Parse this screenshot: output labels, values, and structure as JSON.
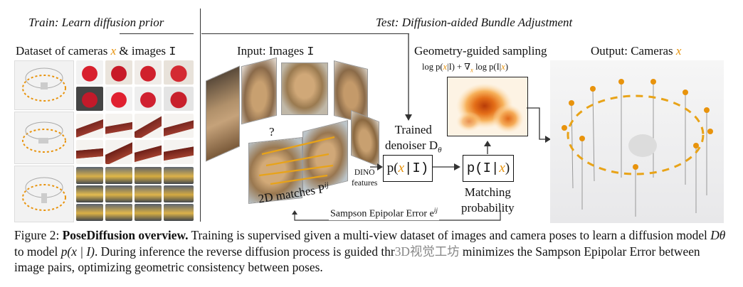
{
  "figure": {
    "train_header": "Train: Learn diffusion prior",
    "test_header": "Test: Diffusion-aided Bundle Adjustment",
    "dataset_label": {
      "pre": "Dataset of cameras ",
      "x": "x",
      "mid": " & images ",
      "img": "I"
    },
    "input_label": {
      "pre": "Input: Images ",
      "img": "I"
    },
    "question_mark": "?",
    "geometry_label": "Geometry-guided sampling",
    "score_formula": {
      "a": "log p(",
      "x": "x",
      "b": "|I) + ∇",
      "xs": "x",
      "c": " log p(I|",
      "x2": "x",
      "d": ")"
    },
    "output_label": {
      "pre": "Output: Cameras ",
      "x": "x"
    },
    "trained_label": {
      "line1": "Trained",
      "line2": "denoiser D",
      "sub": "θ"
    },
    "box1": {
      "a": "p(",
      "x": "x",
      "b": "|I)"
    },
    "box2": {
      "a": "p(I|",
      "x": "x",
      "b": ")"
    },
    "dino_label": {
      "line1": "DINO",
      "line2": "features"
    },
    "matches_label": {
      "pre": "2D matches P",
      "sup": "ij"
    },
    "matching_label": {
      "line1": "Matching",
      "line2": "probability"
    },
    "sampson_label": {
      "pre": "Sampson Epipolar Error e",
      "sup": "ij"
    },
    "colors": {
      "accent": "#e8930c",
      "heat_dark": "#b83c08",
      "heat_light": "#fbe0b0"
    },
    "icons": [
      "red-apple-thumbnail",
      "cake-slice-thumbnail",
      "toy-figure-thumbnail",
      "teddy-bear-photo",
      "camera-ring-render"
    ]
  },
  "caption": {
    "figure_number": "Figure 2:",
    "title": "PoseDiffusion overview.",
    "text1": " Training is supervised given a multi-view dataset of images and camera poses to learn a diffusion model ",
    "d_theta": "Dθ",
    "text2": " to model ",
    "px": "p(x | I)",
    "text3": ". During inference the reverse diffusion process is guided thr",
    "watermark": "3D视觉工坊",
    "text4": " minimizes the Sampson Epipolar Error between image pairs, optimizing geometric consistency between poses."
  }
}
